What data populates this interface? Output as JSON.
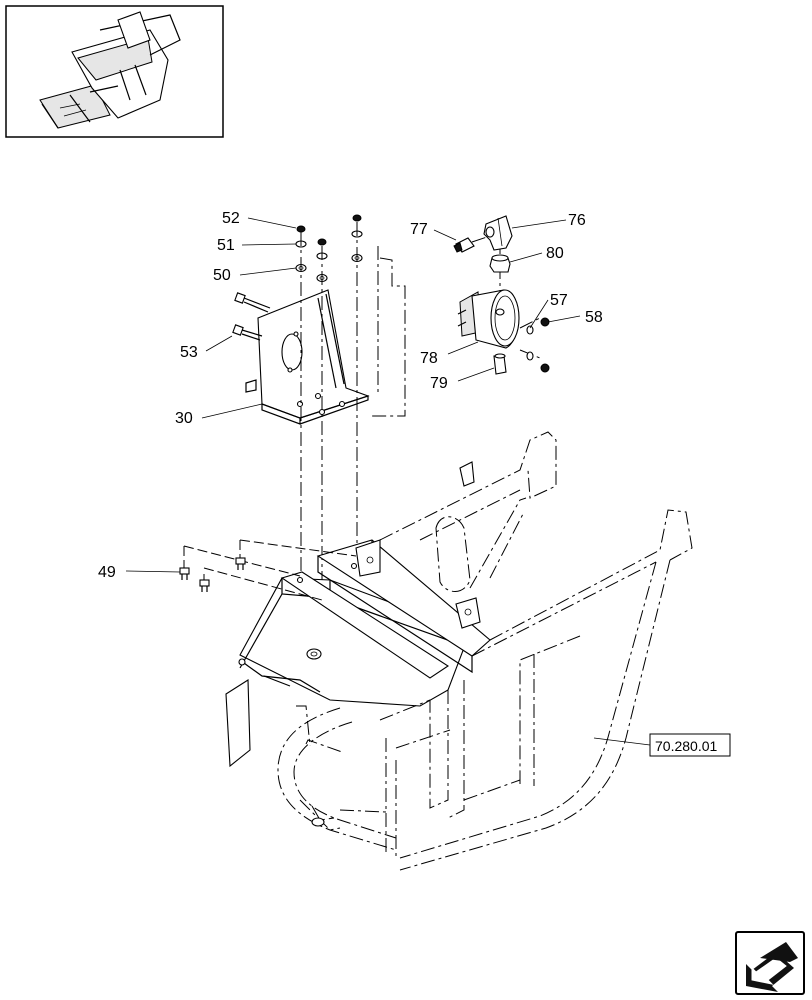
{
  "callouts": {
    "c52": "52",
    "c51": "51",
    "c50": "50",
    "c53": "53",
    "c30": "30",
    "c77": "77",
    "c76": "76",
    "c80": "80",
    "c57": "57",
    "c58": "58",
    "c78": "78",
    "c79": "79",
    "c49": "49"
  },
  "reference": {
    "label": "70.280.01"
  },
  "icons": {
    "thumbnail": "machine-overview-thumbnail",
    "nav": "next-page-arrow-icon"
  }
}
